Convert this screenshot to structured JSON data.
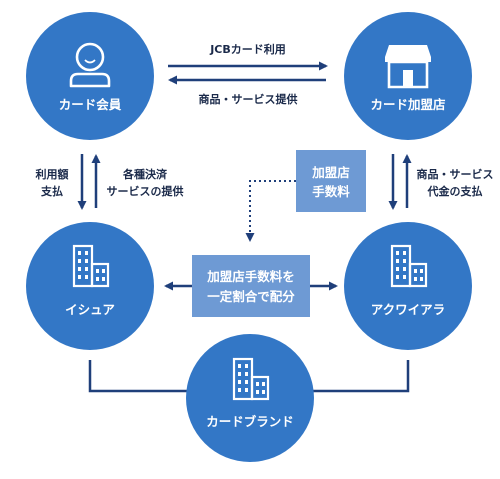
{
  "colors": {
    "node_fill": "#3377c6",
    "box_fill": "#6e9ad4",
    "line": "#1f3f7a",
    "icon": "#ffffff"
  },
  "nodes": {
    "card_member": {
      "label": "カード会員",
      "icon": "person-icon"
    },
    "merchant": {
      "label": "カード加盟店",
      "icon": "storefront-icon"
    },
    "issuer": {
      "label": "イシュア",
      "icon": "building-icon"
    },
    "acquirer": {
      "label": "アクワイアラ",
      "icon": "building-icon"
    },
    "brand": {
      "label": "カードブランド",
      "icon": "building-icon"
    }
  },
  "edges": {
    "jcb_usage": "JCBカード利用",
    "goods_services": "商品・サービス提供",
    "usage_payment": [
      "利用額",
      "支払"
    ],
    "settlement_services": [
      "各種決済",
      "サービスの提供"
    ],
    "goods_payment": [
      "商品・サービス",
      "代金の支払"
    ]
  },
  "boxes": {
    "merchant_fee": [
      "加盟店",
      "手数料"
    ],
    "fee_split": [
      "加盟店手数料を",
      "一定割合で配分"
    ]
  }
}
